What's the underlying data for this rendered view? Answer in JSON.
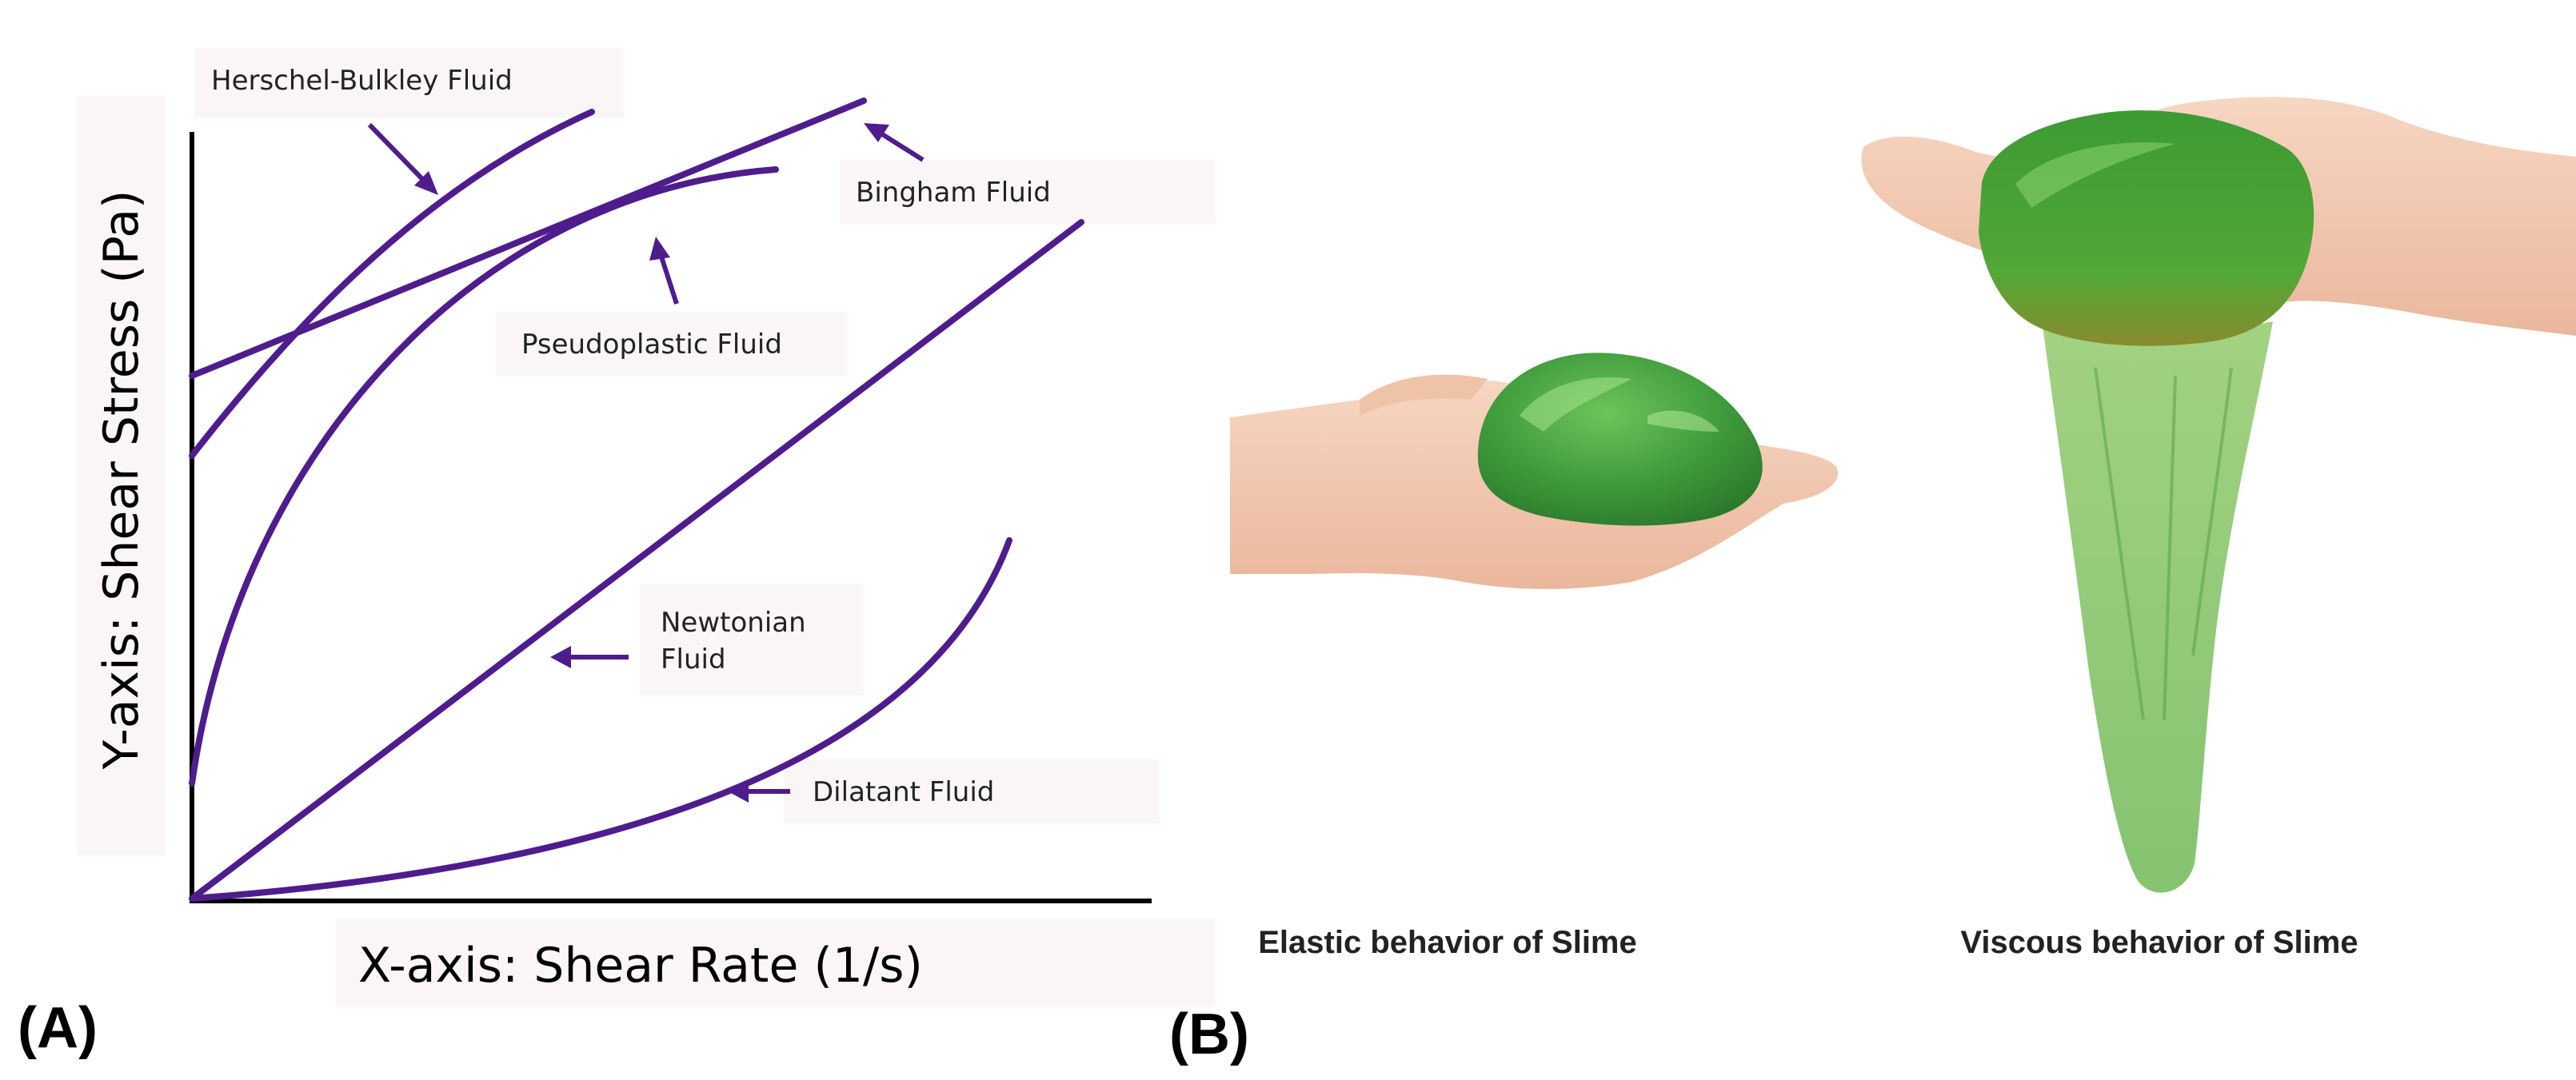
{
  "panel_a": {
    "label": "(A)",
    "y_axis_title": "Y-axis: Shear Stress (Pa)",
    "x_axis_title": "X-axis: Shear Rate (1/s)",
    "curves": {
      "herschel_bulkley": "Herschel-Bulkley Fluid",
      "bingham": "Bingham Fluid",
      "pseudoplastic": "Pseudoplastic Fluid",
      "newtonian_line1": "Newtonian",
      "newtonian_line2": "Fluid",
      "dilatant": "Dilatant Fluid"
    },
    "curve_color": "#4f1c8d"
  },
  "panel_b": {
    "label": "(B)",
    "elastic_caption": "Elastic behavior of Slime",
    "viscous_caption": "Viscous behavior of Slime",
    "slime_color": "#3f9a3c",
    "skin_color": "#f4c8ae"
  }
}
